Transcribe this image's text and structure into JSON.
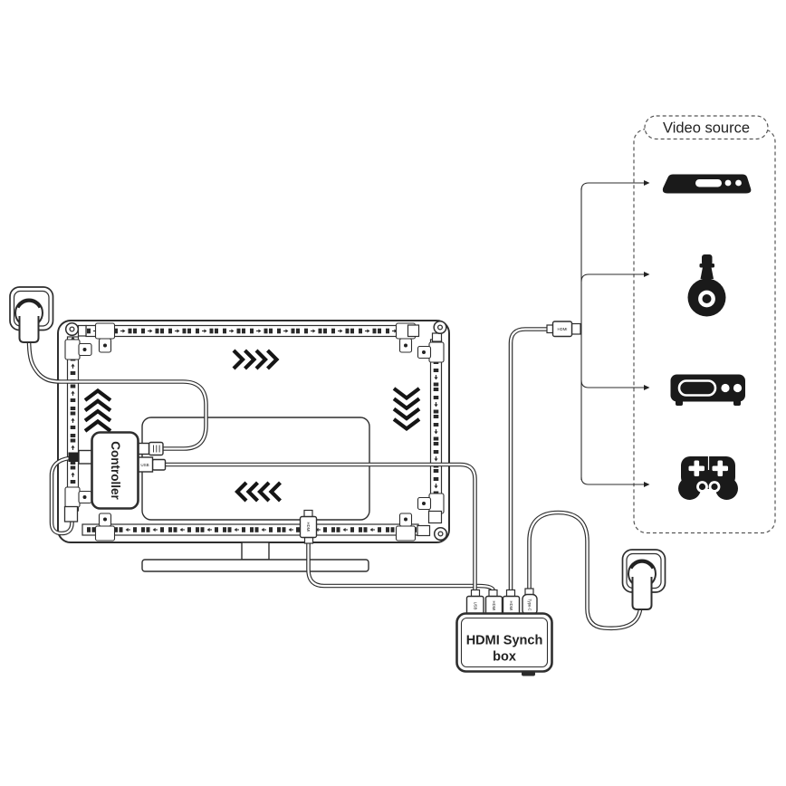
{
  "controller": {
    "label": "Controller",
    "usb_port": "USB"
  },
  "sync_box": {
    "name_line1": "HDMI Synch",
    "name_line2": "box",
    "ports": [
      "USB",
      "HDMI",
      "HDMI",
      "Type-C"
    ]
  },
  "plugs": {
    "tv_hdmi": "HDMI",
    "source_hdmi": "HDMI"
  },
  "video_source": {
    "title": "Video source",
    "devices": [
      "streaming-media-player",
      "camera",
      "set-top-box",
      "game-controller"
    ]
  },
  "colors": {
    "line": "#2e2e2e",
    "icon_fill": "#1a1a1a",
    "dash_border": "#555555"
  }
}
